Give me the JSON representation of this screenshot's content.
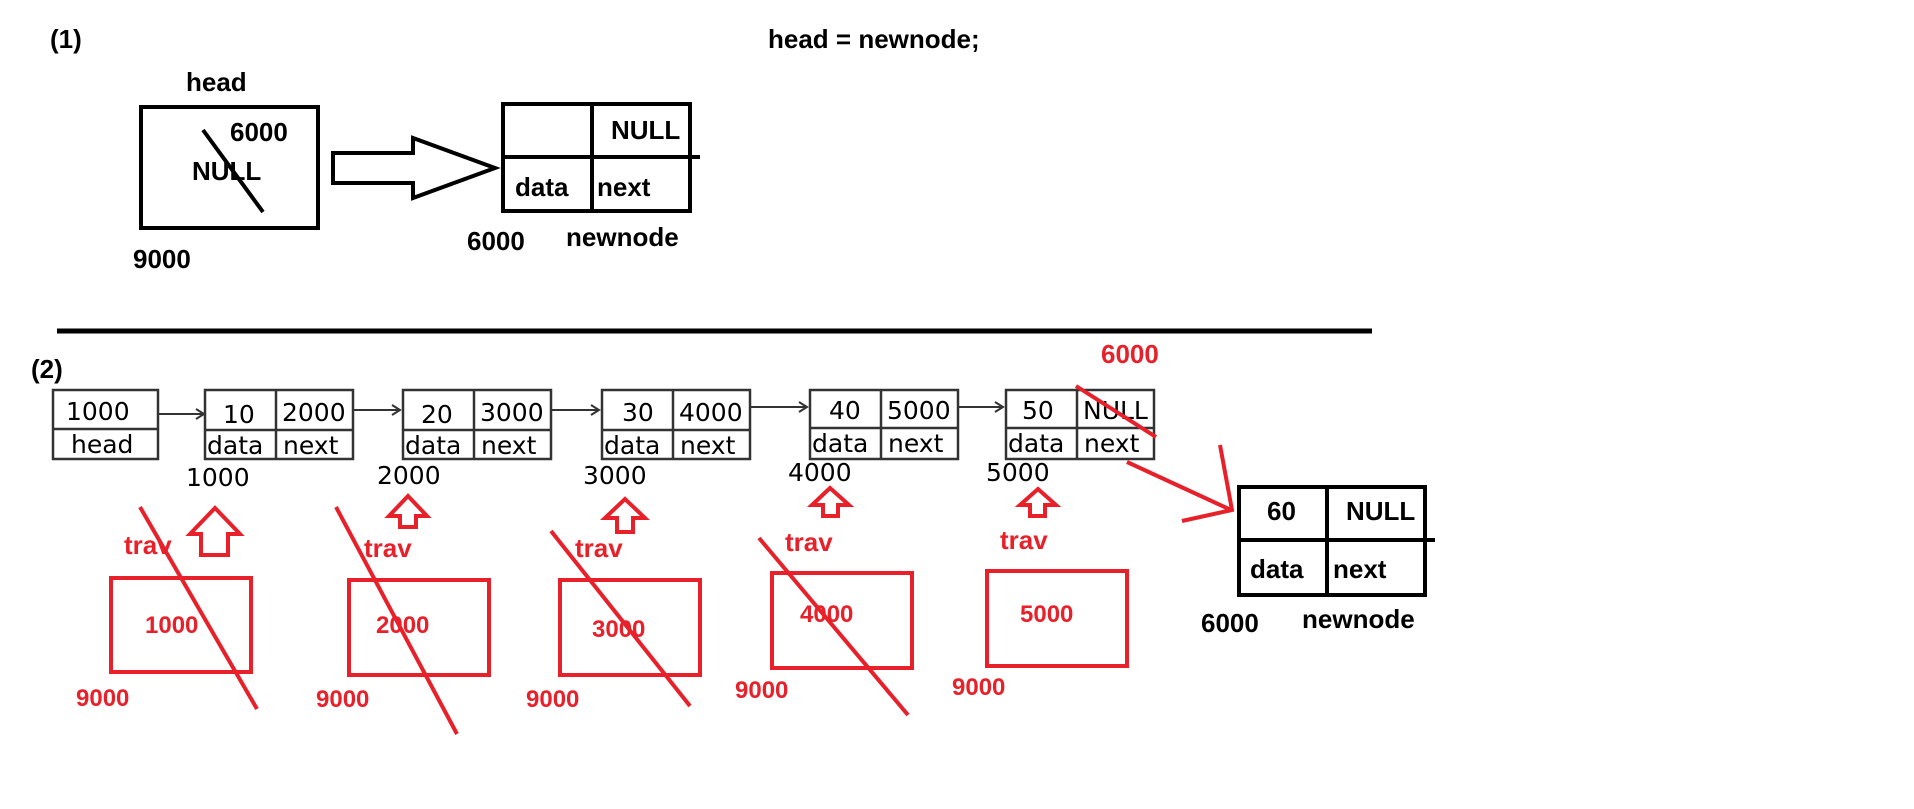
{
  "part1": {
    "label": "(1)",
    "statement": "head = newnode;",
    "head_box": {
      "title": "head",
      "new_value": "6000",
      "old_value": "NULL",
      "address": "9000"
    },
    "newnode": {
      "next_value": "NULL",
      "data_label": "data",
      "next_label": "next",
      "address": "6000",
      "name": "newnode"
    }
  },
  "part2": {
    "label": "(2)",
    "head_node": {
      "value": "1000",
      "label": "head"
    },
    "nodes": [
      {
        "data": "10",
        "next": "2000",
        "address": "1000"
      },
      {
        "data": "20",
        "next": "3000",
        "address": "2000"
      },
      {
        "data": "30",
        "next": "4000",
        "address": "3000"
      },
      {
        "data": "40",
        "next": "5000",
        "address": "4000"
      },
      {
        "data": "50",
        "next": "NULL",
        "address": "5000"
      }
    ],
    "field_labels": {
      "data": "data",
      "next": "next"
    },
    "updated_next": "6000",
    "newnode": {
      "data": "60",
      "next": "NULL",
      "data_label": "data",
      "next_label": "next",
      "address": "6000",
      "name": "newnode"
    },
    "trav_boxes": [
      {
        "label": "trav",
        "value": "1000",
        "address": "9000",
        "crossed": true
      },
      {
        "label": "trav",
        "value": "2000",
        "address": "9000",
        "crossed": true
      },
      {
        "label": "trav",
        "value": "3000",
        "address": "9000",
        "crossed": true
      },
      {
        "label": "trav",
        "value": "4000",
        "address": "9000",
        "crossed": true
      },
      {
        "label": "trav",
        "value": "5000",
        "address": "9000",
        "crossed": false
      }
    ]
  },
  "colors": {
    "ink": "#000000",
    "annotation": "#e8202a"
  }
}
